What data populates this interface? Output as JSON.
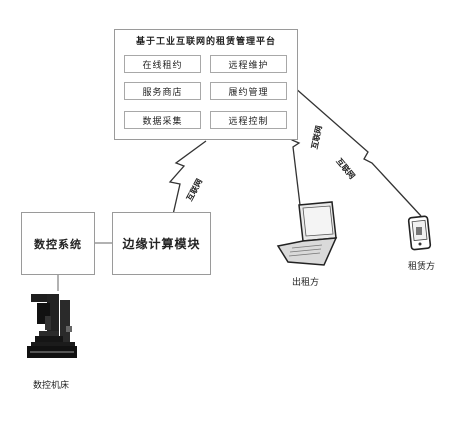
{
  "platform": {
    "title": "基于工业互联网的租赁管理平台",
    "modules": [
      "在线租约",
      "远程维护",
      "服务商店",
      "履约管理",
      "数据采集",
      "远程控制"
    ]
  },
  "nodes": {
    "cnc_system": "数控系统",
    "edge_module": "边缘计算模块",
    "lessor": "出租方",
    "lessee": "租赁方",
    "machine_tool": "数控机床"
  },
  "links": {
    "edge_link": "互联网",
    "lessor_link": "互联网",
    "lessee_link": "互联网"
  },
  "icons": {
    "laptop": "laptop-icon",
    "phone": "mobile-phone-icon",
    "machine": "cnc-machine-icon",
    "lightning": "lightning-link-icon"
  }
}
